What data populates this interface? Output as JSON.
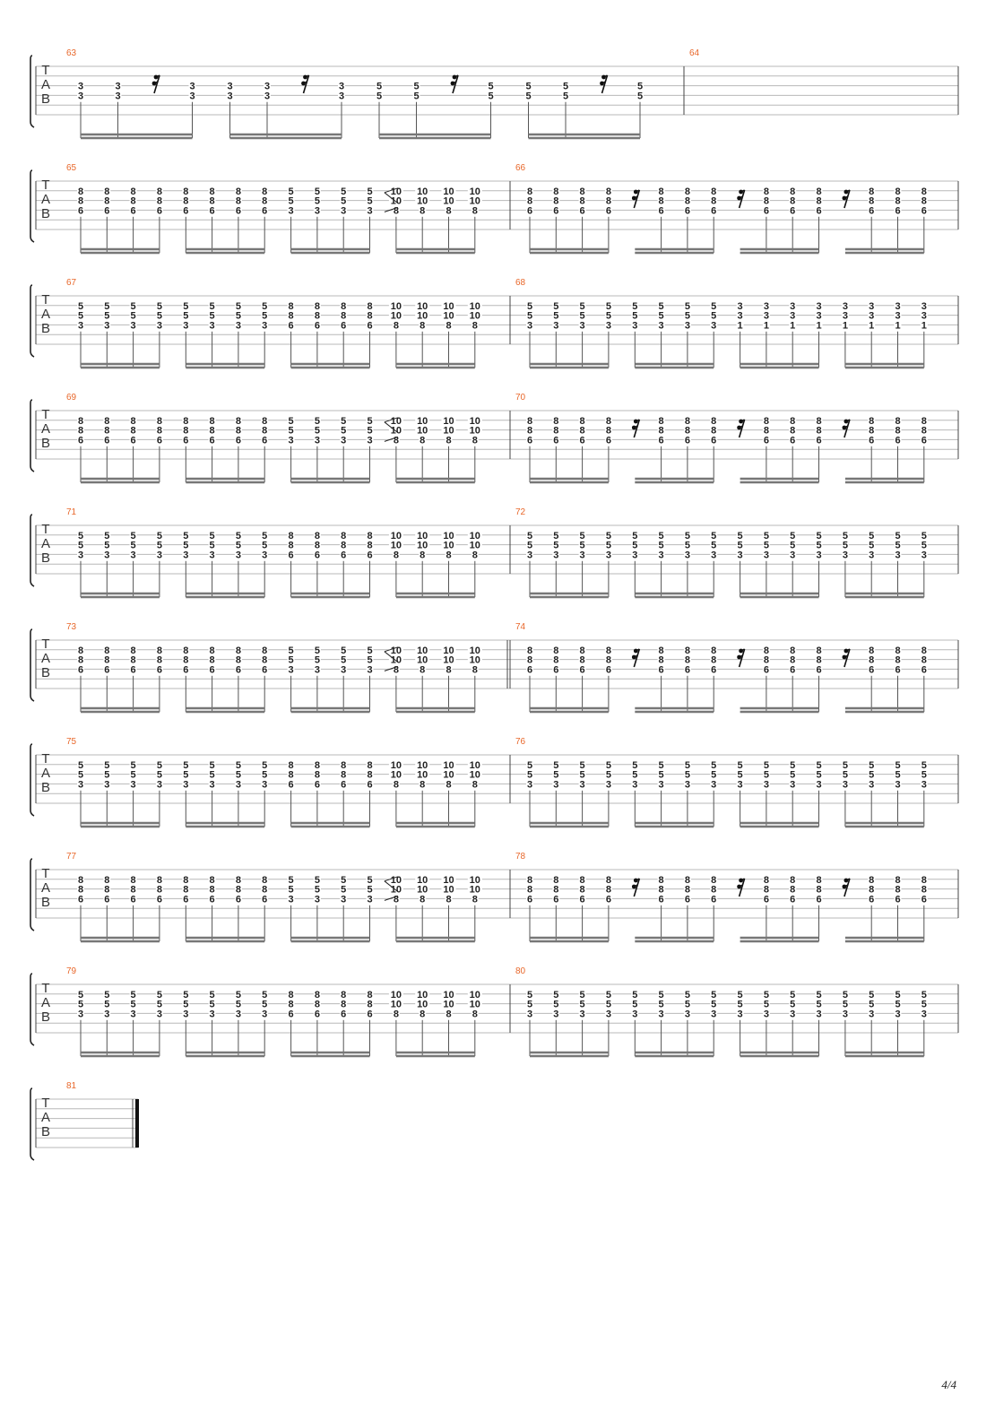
{
  "document": {
    "page_number": "4/4",
    "clef_letters": [
      "T",
      "A",
      "B"
    ]
  },
  "beat_patterns": {
    "A": {
      "groups": [
        [
          [
            8,
            8,
            6
          ],
          [
            8,
            8,
            6
          ],
          [
            8,
            8,
            6
          ],
          [
            8,
            8,
            6
          ]
        ],
        [
          [
            8,
            8,
            6
          ],
          [
            8,
            8,
            6
          ],
          [
            8,
            8,
            6
          ],
          [
            8,
            8,
            6
          ]
        ],
        [
          [
            5,
            5,
            3
          ],
          [
            5,
            5,
            3
          ],
          [
            5,
            5,
            3
          ],
          [
            5,
            5,
            3
          ]
        ],
        [
          [
            10,
            10,
            8
          ],
          [
            10,
            10,
            8
          ],
          [
            10,
            10,
            8
          ],
          [
            10,
            10,
            8
          ]
        ]
      ],
      "slide": true
    },
    "B": {
      "groups": [
        [
          [
            8,
            8,
            6
          ],
          [
            8,
            8,
            6
          ],
          [
            8,
            8,
            6
          ],
          [
            8,
            8,
            6
          ]
        ],
        [
          "rest",
          [
            8,
            8,
            6
          ],
          [
            8,
            8,
            6
          ],
          [
            8,
            8,
            6
          ]
        ],
        [
          "rest",
          [
            8,
            8,
            6
          ],
          [
            8,
            8,
            6
          ],
          [
            8,
            8,
            6
          ]
        ],
        [
          "rest",
          [
            8,
            8,
            6
          ],
          [
            8,
            8,
            6
          ],
          [
            8,
            8,
            6
          ]
        ]
      ]
    },
    "C": {
      "groups": [
        [
          [
            5,
            5,
            3
          ],
          [
            5,
            5,
            3
          ],
          [
            5,
            5,
            3
          ],
          [
            5,
            5,
            3
          ]
        ],
        [
          [
            5,
            5,
            3
          ],
          [
            5,
            5,
            3
          ],
          [
            5,
            5,
            3
          ],
          [
            5,
            5,
            3
          ]
        ],
        [
          [
            8,
            8,
            6
          ],
          [
            8,
            8,
            6
          ],
          [
            8,
            8,
            6
          ],
          [
            8,
            8,
            6
          ]
        ],
        [
          [
            10,
            10,
            8
          ],
          [
            10,
            10,
            8
          ],
          [
            10,
            10,
            8
          ],
          [
            10,
            10,
            8
          ]
        ]
      ]
    },
    "D": {
      "groups": [
        [
          [
            5,
            5,
            3
          ],
          [
            5,
            5,
            3
          ],
          [
            5,
            5,
            3
          ],
          [
            5,
            5,
            3
          ]
        ],
        [
          [
            5,
            5,
            3
          ],
          [
            5,
            5,
            3
          ],
          [
            5,
            5,
            3
          ],
          [
            5,
            5,
            3
          ]
        ],
        [
          [
            5,
            5,
            3
          ],
          [
            5,
            5,
            3
          ],
          [
            5,
            5,
            3
          ],
          [
            5,
            5,
            3
          ]
        ],
        [
          [
            5,
            5,
            3
          ],
          [
            5,
            5,
            3
          ],
          [
            5,
            5,
            3
          ],
          [
            5,
            5,
            3
          ]
        ]
      ]
    },
    "E": {
      "groups": [
        [
          [
            5,
            5,
            3
          ],
          [
            5,
            5,
            3
          ],
          [
            5,
            5,
            3
          ],
          [
            5,
            5,
            3
          ]
        ],
        [
          [
            5,
            5,
            3
          ],
          [
            5,
            5,
            3
          ],
          [
            5,
            5,
            3
          ],
          [
            5,
            5,
            3
          ]
        ],
        [
          [
            3,
            3,
            1
          ],
          [
            3,
            3,
            1
          ],
          [
            3,
            3,
            1
          ],
          [
            3,
            3,
            1
          ]
        ],
        [
          [
            3,
            3,
            1
          ],
          [
            3,
            3,
            1
          ],
          [
            3,
            3,
            1
          ],
          [
            3,
            3,
            1
          ]
        ]
      ]
    }
  },
  "systems": [
    {
      "measures": [
        {
          "number": "63",
          "groups": [
            [
              [
                3,
                3
              ],
              [
                3,
                3
              ],
              "rest",
              [
                3,
                3
              ]
            ],
            [
              [
                3,
                3
              ],
              [
                3,
                3
              ],
              "rest",
              [
                3,
                3
              ]
            ],
            [
              [
                5,
                5
              ],
              [
                5,
                5
              ],
              "rest",
              [
                5,
                5
              ]
            ],
            [
              [
                5,
                5
              ],
              [
                5,
                5
              ],
              "rest",
              [
                5,
                5
              ]
            ]
          ]
        },
        {
          "number": "64",
          "empty": true
        }
      ]
    },
    {
      "measures": [
        {
          "number": "65",
          "pattern": "A"
        },
        {
          "number": "66",
          "pattern": "B"
        }
      ]
    },
    {
      "measures": [
        {
          "number": "67",
          "pattern": "C"
        },
        {
          "number": "68",
          "pattern": "E"
        }
      ]
    },
    {
      "measures": [
        {
          "number": "69",
          "pattern": "A"
        },
        {
          "number": "70",
          "pattern": "B"
        }
      ]
    },
    {
      "measures": [
        {
          "number": "71",
          "pattern": "C"
        },
        {
          "number": "72",
          "pattern": "D"
        }
      ]
    },
    {
      "measures": [
        {
          "number": "73",
          "pattern": "A"
        },
        {
          "number": "74",
          "pattern": "B"
        }
      ],
      "double_bar": true
    },
    {
      "measures": [
        {
          "number": "75",
          "pattern": "C"
        },
        {
          "number": "76",
          "pattern": "D"
        }
      ]
    },
    {
      "measures": [
        {
          "number": "77",
          "pattern": "A"
        },
        {
          "number": "78",
          "pattern": "B"
        }
      ]
    },
    {
      "measures": [
        {
          "number": "79",
          "pattern": "C"
        },
        {
          "number": "80",
          "pattern": "D"
        }
      ]
    },
    {
      "measures": [
        {
          "number": "81",
          "empty": true
        }
      ],
      "final": true
    }
  ]
}
